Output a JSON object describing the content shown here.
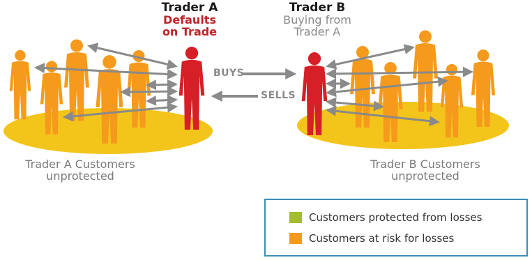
{
  "trader_a": {
    "name": "Trader A",
    "status": [
      "Defaults",
      "on Trade"
    ]
  },
  "trader_b": {
    "name": "Trader B",
    "status": [
      "Buying from",
      "Trader A"
    ]
  },
  "flows": {
    "buys": "BUYS",
    "sells": "SELLS"
  },
  "group_a_caption": [
    "Trader A Customers",
    "unprotected"
  ],
  "group_b_caption": [
    "Trader B Customers",
    "unprotected"
  ],
  "legend": [
    {
      "label": "Customers protected from losses",
      "color": "#a2bd2f"
    },
    {
      "label": "Customers at risk for losses",
      "color": "#f59a1c"
    }
  ],
  "colors": {
    "trader": "#d61f26",
    "customer": "#f59a1c",
    "platform": "#f3c51a",
    "arrow": "#8a8a8a",
    "caption": "#7a7a7a",
    "defaults_text": "#c0242a",
    "legend_border": "#3b8fb5"
  }
}
